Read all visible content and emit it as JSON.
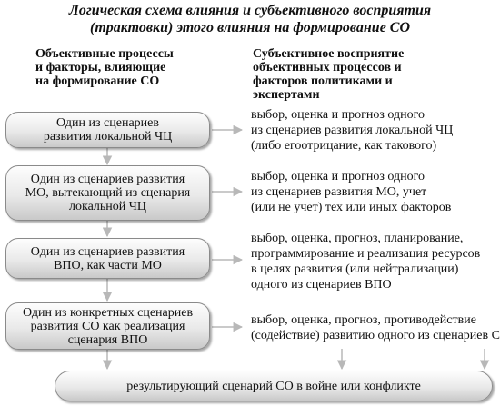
{
  "title": {
    "line1": "Логическая схема влияния и субъективного восприятия",
    "line2": "(трактовки) этого влияния на формирование СО"
  },
  "columns": {
    "left_heading": [
      "Объективные процессы",
      "и факторы, влияющие",
      "на формирование СО"
    ],
    "right_heading": [
      "Субъективное восприятие",
      "объективных процессов и",
      "факторов политиками и",
      "экспертами"
    ]
  },
  "steps": [
    {
      "box": [
        "Один из сценариев",
        "развития локальной ЧЦ"
      ],
      "desc": [
        "выбор, оценка и прогноз одного",
        "из сценариев развития локальной ЧЦ",
        "(либо егоотрицание, как такового)"
      ]
    },
    {
      "box": [
        "Один из сценариев развития",
        "МО, вытекающий из сценария",
        "локальной ЧЦ"
      ],
      "desc": [
        "выбор, оценка и прогноз одного",
        "из сценариев развития МО, учет",
        "(или не учет) тех или иных факторов"
      ]
    },
    {
      "box": [
        "Один из сценариев развития",
        "ВПО, как части МО"
      ],
      "desc": [
        "выбор, оценка, прогноз, планирование,",
        "программирование и реализация ресурсов",
        "в целях  развития (или нейтрализации)",
        "одного из сценариев ВПО"
      ]
    },
    {
      "box": [
        "Один из конкретных сценариев",
        "развития СО как реализация",
        "сценария ВПО"
      ],
      "desc": [
        "выбор, оценка, прогноз, противодействие",
        "(содействие) развитию одного из сценариев СО"
      ]
    }
  ],
  "result": "результирующий сценарий СО в войне или конфликте"
}
